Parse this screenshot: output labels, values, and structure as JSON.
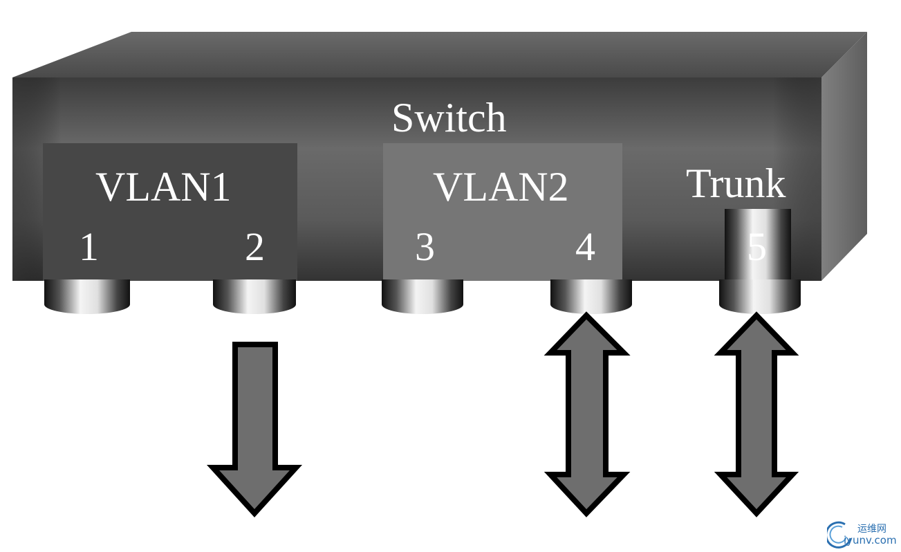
{
  "diagram": {
    "switch_label": "Switch",
    "vlans": [
      {
        "label": "VLAN1",
        "color": "#474747"
      },
      {
        "label": "VLAN2",
        "color": "#767676"
      }
    ],
    "trunk_label": "Trunk",
    "ports": [
      {
        "number": "1",
        "group": "VLAN1",
        "link": "none"
      },
      {
        "number": "2",
        "group": "VLAN1",
        "link": "outgoing"
      },
      {
        "number": "3",
        "group": "VLAN2",
        "link": "none"
      },
      {
        "number": "4",
        "group": "VLAN2",
        "link": "bidirectional"
      },
      {
        "number": "5",
        "group": "Trunk",
        "link": "bidirectional"
      }
    ],
    "colors": {
      "switch_body": "#4a4a4a",
      "arrow_fill": "#6e6e6e",
      "arrow_stroke": "#000000",
      "label_text": "#ffffff"
    }
  },
  "watermark": {
    "text_cn": "运维网",
    "domain": "iyunv.com",
    "color": "#2a6fb0"
  }
}
